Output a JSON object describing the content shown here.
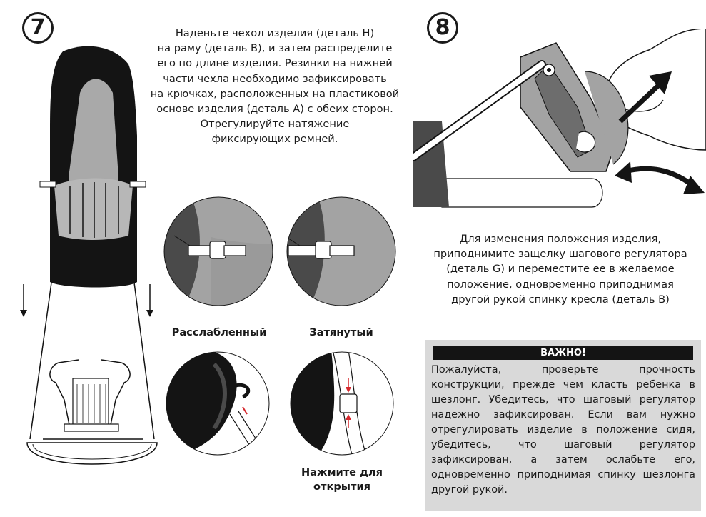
{
  "step7": {
    "number": "7",
    "text": "Наденьте чехол изделия (деталь H)\nна раму (деталь B), и затем распределите\nего по длине изделия. Резинки на нижней\nчасти чехла необходимо зафиксировать\nна крючках, расположенных на пластиковой\nоснове изделия (деталь A) с обеих сторон.\nОтрегулируйте натяжение\nфиксирующих ремней.",
    "relaxed_label": "Расслабленный",
    "tightened_label": "Затянутый",
    "press_label": "Нажмите для\nоткрытия"
  },
  "step8": {
    "number": "8",
    "text": "Для изменения положения изделия,\nприподнимите защелку шагового регулятора\n(деталь G) и переместите ее в желаемое\nположение, одновременно приподнимая\nдругой рукой спинку кресла (деталь B)"
  },
  "warning": {
    "title": "ВАЖНО!",
    "text": "Пожалуйста, проверьте прочность конструкции, прежде чем класть ребенка в шезлонг. Убедитесь, что шаговый регулятор надежно зафиксирован. Если вам нужно отрегулировать изделие в положение сидя, убедитесь, что шаговый регулятор зафиксирован, а затем ослабьте его, одновременно приподнимая спинку шезлонга другой рукой."
  },
  "colors": {
    "cover_black": "#141414",
    "cover_gray": "#a9a9a9",
    "panel_gray": "#d9d9d9",
    "divider": "#bdbdbd"
  }
}
